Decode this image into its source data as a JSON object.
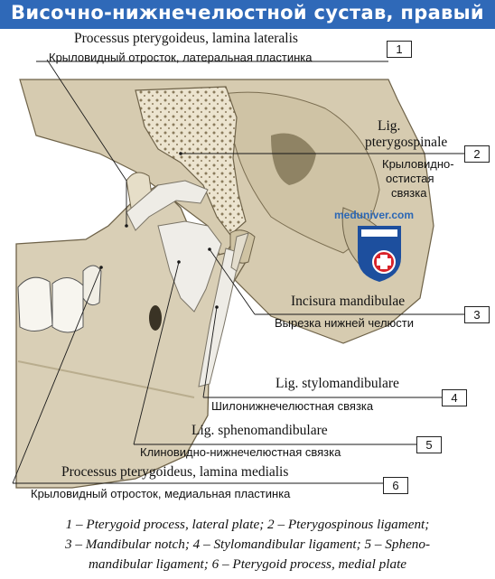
{
  "title": "Височно-нижнечелюстной сустав, правый",
  "watermark": "meduniver.com",
  "labels": [
    {
      "num": "1",
      "latin": "Processus pterygoideus, lamina lateralis",
      "russian": "Крыловидный отросток, латеральная пластинка"
    },
    {
      "num": "2",
      "latin": "Lig.",
      "latin2": "pterygospinale",
      "russian": "Крыловидно-",
      "russian2": "остистая",
      "russian3": "связка"
    },
    {
      "num": "3",
      "latin": "Incisura mandibulae",
      "russian": "Вырезка нижней челюсти"
    },
    {
      "num": "4",
      "latin": "Lig. stylomandibulare",
      "russian": "Шилонижнечелюстная связка"
    },
    {
      "num": "5",
      "latin": "Lig. sphenomandibulare",
      "russian": "Клиновидно-нижнечелюстная связка"
    },
    {
      "num": "6",
      "latin": "Processus pterygoideus, lamina medialis",
      "russian": "Крыловидный отросток, медиальная пластинка"
    }
  ],
  "caption": {
    "line1": "1 – Pterygoid process, lateral plate; 2 – Pterygospinous ligament;",
    "line2": "3 – Mandibular notch; 4 – Stylomandibular ligament; 5 – Spheno-",
    "line3": "mandibular ligament; 6 – Pterygoid process, medial plate"
  },
  "colors": {
    "title_bar": "#2f69b8",
    "bone": "#d9cfb6",
    "bone_shadow": "#a89a78",
    "ligament": "#eeece6",
    "logo_red": "#d8232a",
    "logo_blue": "#1d4f9e"
  }
}
